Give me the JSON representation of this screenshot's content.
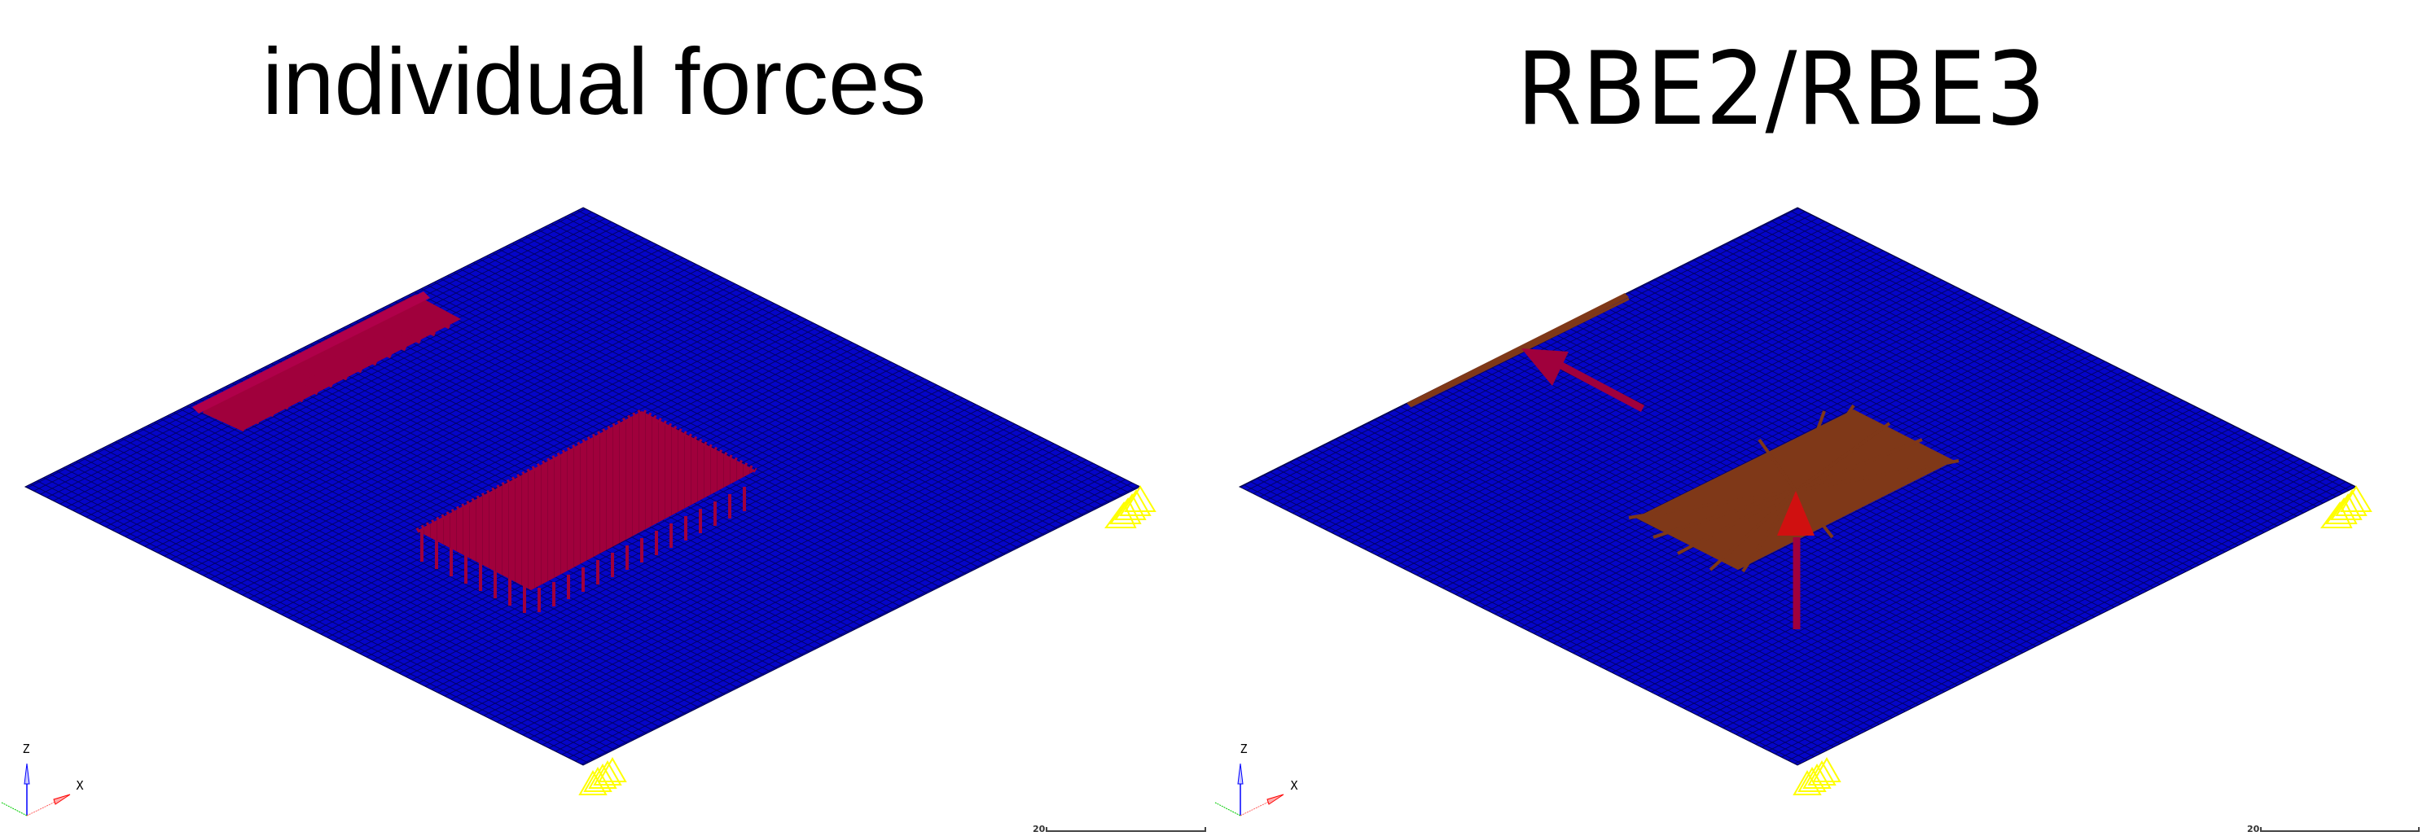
{
  "panels": [
    {
      "id": "left",
      "title": "individual forces",
      "description": "Plate mesh with individual nodal forces applied on an edge strip and a rectangular patch",
      "scale_bar": {
        "label": "20"
      },
      "triad": {
        "z": "Z",
        "x": "X"
      }
    },
    {
      "id": "right",
      "title": "RBE2/RBE3",
      "description": "Plate mesh with loads distributed through RBE2/RBE3 rigid/interpolation elements",
      "scale_bar": {
        "label": "20"
      },
      "triad": {
        "z": "Z",
        "x": "X"
      }
    }
  ],
  "colors": {
    "plate": "#0505c8",
    "mesh_line": "#000060",
    "force": "#a0003c",
    "rbe_spider": "#7f3818",
    "rbe_arrow_head": "#d01010",
    "constraint": "#ffff00",
    "axis_z": "#0000ff",
    "axis_x": "#ff3030",
    "axis_y": "#00cc00",
    "scale_bar": "#444444"
  }
}
